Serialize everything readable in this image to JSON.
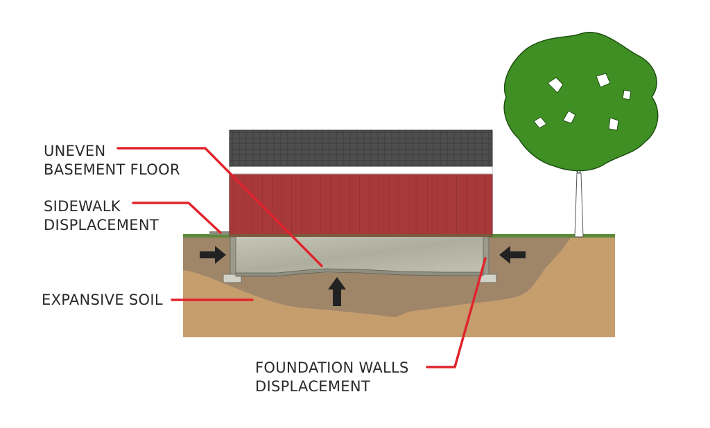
{
  "labels": {
    "uneven_floor": [
      "UNEVEN",
      "BASEMENT FLOOR"
    ],
    "sidewalk": [
      "SIDEWALK",
      "DISPLACEMENT"
    ],
    "soil": [
      "EXPANSIVE SOIL"
    ],
    "foundation_walls": [
      "FOUNDATION WALLS",
      "DISPLACEMENT"
    ]
  },
  "colors": {
    "soil_light": "#c69e6e",
    "soil_dark": "#a08669",
    "grass": "#5d8a3a",
    "siding": "#a8393b",
    "siding_dark": "#8c2c2f",
    "roof": "#4a4a4a",
    "trim": "#ffffff",
    "basement": "#b8b8a8",
    "leader": "#e0242c",
    "arrow": "#222222",
    "tree_leaves": "#3f8f24",
    "tree_trunk": "#ffffff"
  }
}
